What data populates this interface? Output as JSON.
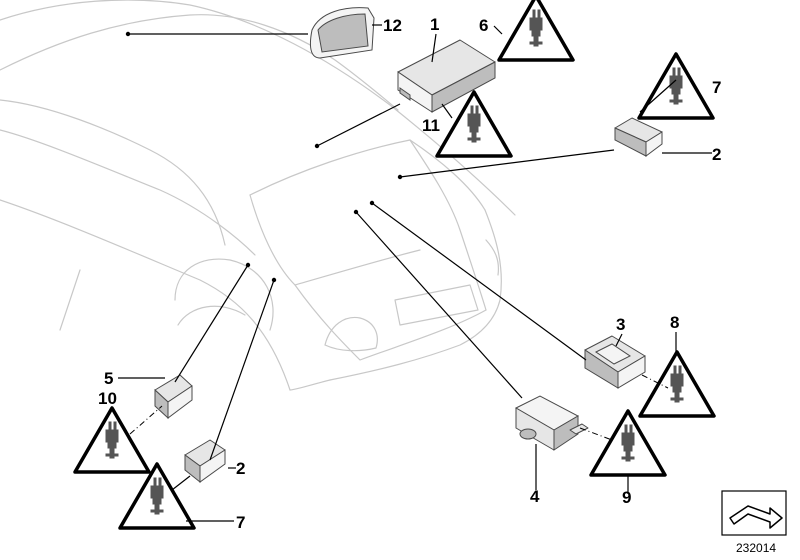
{
  "diagram": {
    "callouts": [
      {
        "id": "c1",
        "text": "1"
      },
      {
        "id": "c2a",
        "text": "2"
      },
      {
        "id": "c2b",
        "text": "2"
      },
      {
        "id": "c3",
        "text": "3"
      },
      {
        "id": "c4",
        "text": "4"
      },
      {
        "id": "c5",
        "text": "5"
      },
      {
        "id": "c6",
        "text": "6"
      },
      {
        "id": "c7a",
        "text": "7"
      },
      {
        "id": "c7b",
        "text": "7"
      },
      {
        "id": "c8",
        "text": "8"
      },
      {
        "id": "c9",
        "text": "9"
      },
      {
        "id": "c10",
        "text": "10"
      },
      {
        "id": "c11",
        "text": "11"
      },
      {
        "id": "c12",
        "text": "12"
      }
    ],
    "reference_number": "232014",
    "warning_icon": "plug-connector-warning-icon",
    "logo_icon": "direction-arrow-icon"
  }
}
